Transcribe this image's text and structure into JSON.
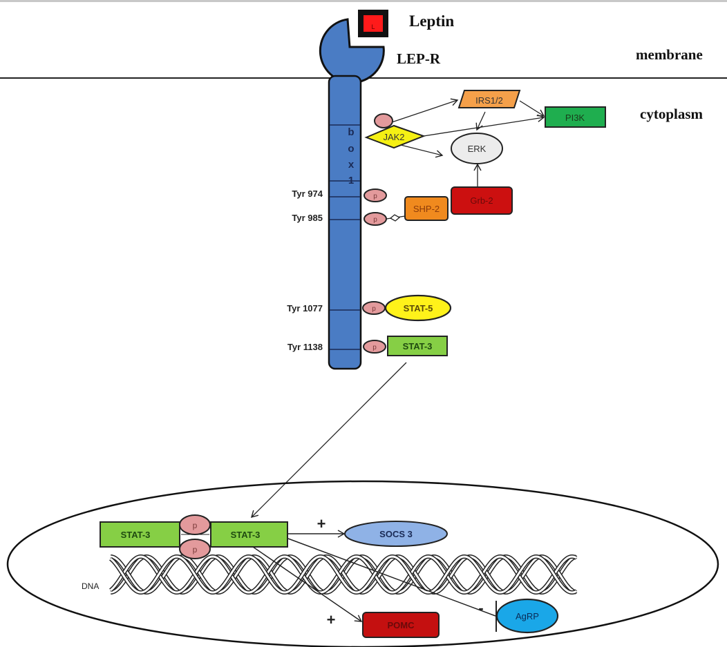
{
  "title": "Leptin receptor signaling pathway",
  "labels": {
    "ligand": "Leptin",
    "receptor": "LEP-R",
    "membrane": "membrane",
    "cytoplasm": "cytoplasm",
    "dna": "DNA",
    "box1": [
      "b",
      "o",
      "x",
      "1"
    ],
    "phospho": "p"
  },
  "tyrosines": [
    {
      "id": "tyr974",
      "label": "Tyr 974"
    },
    {
      "id": "tyr985",
      "label": "Tyr 985"
    },
    {
      "id": "tyr1077",
      "label": "Tyr 1077"
    },
    {
      "id": "tyr1138",
      "label": "Tyr 1138"
    }
  ],
  "nodes": {
    "leptin_mark": "L",
    "jak2": "JAK2",
    "irs": "IRS1/2",
    "pi3k": "PI3K",
    "erk": "ERK",
    "shp2": "SHP-2",
    "grb2": "Grb-2",
    "stat5": "STAT-5",
    "stat3": "STAT-3",
    "stat3_dimer_left": "STAT-3",
    "stat3_dimer_right": "STAT-3",
    "socs3": "SOCS 3",
    "pomc": "POMC",
    "agrp": "AgRP"
  },
  "regulation": {
    "socs3_sign": "+",
    "pomc_sign": "+",
    "agrp_sign": "-"
  },
  "colors": {
    "receptor": "#4a7cc4",
    "leptin": "#ff1a1a",
    "jak2": "#f5f014",
    "irs": "#f5a04a",
    "pi3k": "#1fae4f",
    "erk": "#ececec",
    "shp2": "#f08a1e",
    "grb2": "#cc1010",
    "stat5": "#fff21a",
    "stat3": "#86cf45",
    "phospho": "#e39a9c",
    "socs3": "#8fb2e6",
    "pomc": "#c41010",
    "agrp": "#1aa7e8"
  }
}
